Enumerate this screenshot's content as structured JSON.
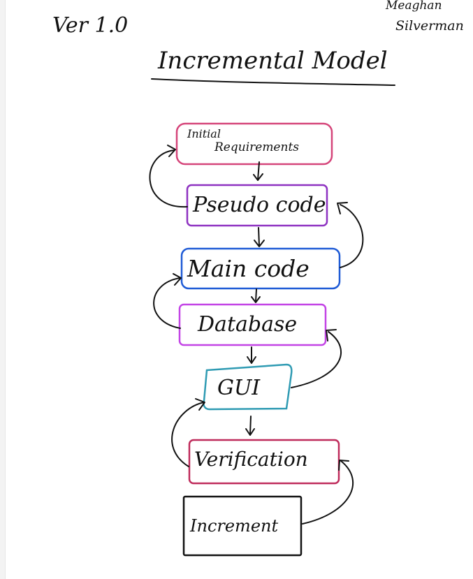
{
  "header": {
    "version": "Ver 1.0",
    "author_line1": "Meaghan",
    "author_line2": "Silverman",
    "title": "Incremental Model"
  },
  "nodes": [
    {
      "id": "initial",
      "label_line1": "Initial",
      "label_line2": "Requirements",
      "color": "#d5457a"
    },
    {
      "id": "pseudo",
      "label": "Pseudo code",
      "color": "#8e32c1"
    },
    {
      "id": "main",
      "label": "Main code",
      "color": "#1f5bd6"
    },
    {
      "id": "database",
      "label": "Database",
      "color": "#c344e6"
    },
    {
      "id": "gui",
      "label": "GUI",
      "color": "#2f9bb3"
    },
    {
      "id": "verification",
      "label": "Verification",
      "color": "#bf2b5b"
    },
    {
      "id": "increment",
      "label": "Increment",
      "color": "#111111"
    }
  ],
  "stroke_color": "#111111"
}
